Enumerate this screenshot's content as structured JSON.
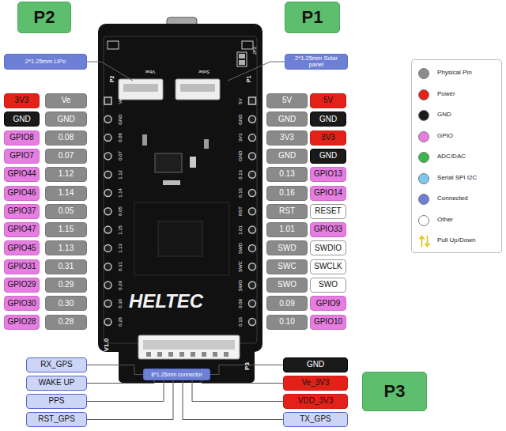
{
  "diagram": {
    "nodes": [
      {
        "text": [
          "P2"
        ]
      },
      {
        "text": [
          "P1"
        ]
      },
      {
        "text": [
          "2*1.25mm LiPo"
        ]
      },
      {
        "text": [
          "2*1.25mm Solar panel"
        ]
      },
      {
        "text": [
          "3V3"
        ]
      },
      {
        "text": [
          "Ve"
        ]
      },
      {
        "text": [
          "5V"
        ]
      },
      {
        "text": [
          "5V"
        ]
      },
      {
        "text": [
          "GND"
        ]
      },
      {
        "text": [
          "GND"
        ]
      },
      {
        "text": [
          "GND"
        ]
      },
      {
        "text": [
          "GND"
        ]
      },
      {
        "text": [
          "GPIO8"
        ]
      },
      {
        "text": [
          "0.08"
        ]
      },
      {
        "text": [
          "3V3"
        ]
      },
      {
        "text": [
          "3V3"
        ]
      },
      {
        "text": [
          "GPIO7"
        ]
      },
      {
        "text": [
          "0.07"
        ]
      },
      {
        "text": [
          "GND"
        ]
      },
      {
        "text": [
          "GND"
        ]
      },
      {
        "text": [
          "GPIO44"
        ]
      },
      {
        "text": [
          "1.12"
        ]
      },
      {
        "text": [
          "0.13"
        ]
      },
      {
        "text": [
          "GPIO13"
        ]
      },
      {
        "text": [
          "GPIO46"
        ]
      },
      {
        "text": [
          "1.14"
        ]
      },
      {
        "text": [
          "0.16"
        ]
      },
      {
        "text": [
          "GPIO14"
        ]
      },
      {
        "text": [
          "GPIO37"
        ]
      },
      {
        "text": [
          "0.05"
        ]
      },
      {
        "text": [
          "RST"
        ]
      },
      {
        "text": [
          "RESET"
        ]
      },
      {
        "text": [
          "GPIO47"
        ]
      },
      {
        "text": [
          "1.15"
        ]
      },
      {
        "text": [
          "1.01"
        ]
      },
      {
        "text": [
          "GPIO33"
        ]
      },
      {
        "text": [
          "GPIO45"
        ]
      },
      {
        "text": [
          "1.13"
        ]
      },
      {
        "text": [
          "SWD"
        ]
      },
      {
        "text": [
          "SWDIO"
        ]
      },
      {
        "text": [
          "GPIO31"
        ]
      },
      {
        "text": [
          "0.31"
        ]
      },
      {
        "text": [
          "SWC"
        ]
      },
      {
        "text": [
          "SWCLK"
        ]
      },
      {
        "text": [
          "GPIO29"
        ]
      },
      {
        "text": [
          "0.29"
        ]
      },
      {
        "text": [
          "SWO"
        ]
      },
      {
        "text": [
          "SWO"
        ]
      },
      {
        "text": [
          "GPIO30"
        ]
      },
      {
        "text": [
          "0.30"
        ]
      },
      {
        "text": [
          "0.09"
        ]
      },
      {
        "text": [
          "GPIO9"
        ]
      },
      {
        "text": [
          "GPIO28"
        ]
      },
      {
        "text": [
          "0.28"
        ]
      },
      {
        "text": [
          "0.10"
        ]
      },
      {
        "text": [
          "GPIO10"
        ]
      },
      {
        "text": [
          "8*1.25mm connector"
        ]
      },
      {
        "text": [
          "RX_GPS"
        ]
      },
      {
        "text": [
          "GND"
        ]
      },
      {
        "text": [
          "WAKE UP"
        ]
      },
      {
        "text": [
          "Ve_3V3"
        ]
      },
      {
        "text": [
          "PPS"
        ]
      },
      {
        "text": [
          "VDD_3V3"
        ]
      },
      {
        "text": [
          "RST_GPS"
        ]
      },
      {
        "text": [
          "TX_GPS"
        ]
      },
      {
        "text": [
          "P3"
        ]
      }
    ],
    "edges": [
      {
        "from": 57,
        "to": 56,
        "arrow": "none"
      },
      {
        "from": 58,
        "to": 56,
        "arrow": "none"
      },
      {
        "from": 59,
        "to": 56,
        "arrow": "none"
      },
      {
        "from": 60,
        "to": 56,
        "arrow": "none"
      },
      {
        "from": 61,
        "to": 56,
        "arrow": "none"
      },
      {
        "from": 62,
        "to": 56,
        "arrow": "none"
      },
      {
        "from": 63,
        "to": 56,
        "arrow": "none"
      },
      {
        "from": 64,
        "to": 56,
        "arrow": "none"
      }
    ],
    "labels": [
      "P2",
      "Vbat",
      "Solar",
      "JP2",
      "P1",
      "Ve",
      "GND",
      "0.08",
      "0.07",
      "1.12",
      "1.14",
      "0.05",
      "1.15",
      "1.13",
      "0.31",
      "0.29",
      "0.30",
      "0.28",
      "5V",
      "GND",
      "3V3",
      "GND",
      "0.13",
      "0.16",
      "RST",
      "1.01",
      "SWD",
      "SWC",
      "SWO",
      "0.09",
      "0.10",
      "HELTEC",
      "V1.0",
      "P3"
    ],
    "legend": [
      {
        "text": "Physical Pin",
        "color": "#8c8c8c"
      },
      {
        "text": "Power",
        "color": "#e32119"
      },
      {
        "text": "GND",
        "color": "#1a1a1a"
      },
      {
        "text": "GPIO",
        "color": "#e57ee0"
      },
      {
        "text": "ADC/DAC",
        "color": "#3db54a"
      },
      {
        "text": "Serial SPI I2C",
        "color": "#7ec8ef"
      },
      {
        "text": "Connected",
        "color": "#6e7fd6"
      },
      {
        "text": "Other",
        "color": "#ffffff"
      },
      {
        "text": "Pull Up/Down"
      }
    ]
  }
}
